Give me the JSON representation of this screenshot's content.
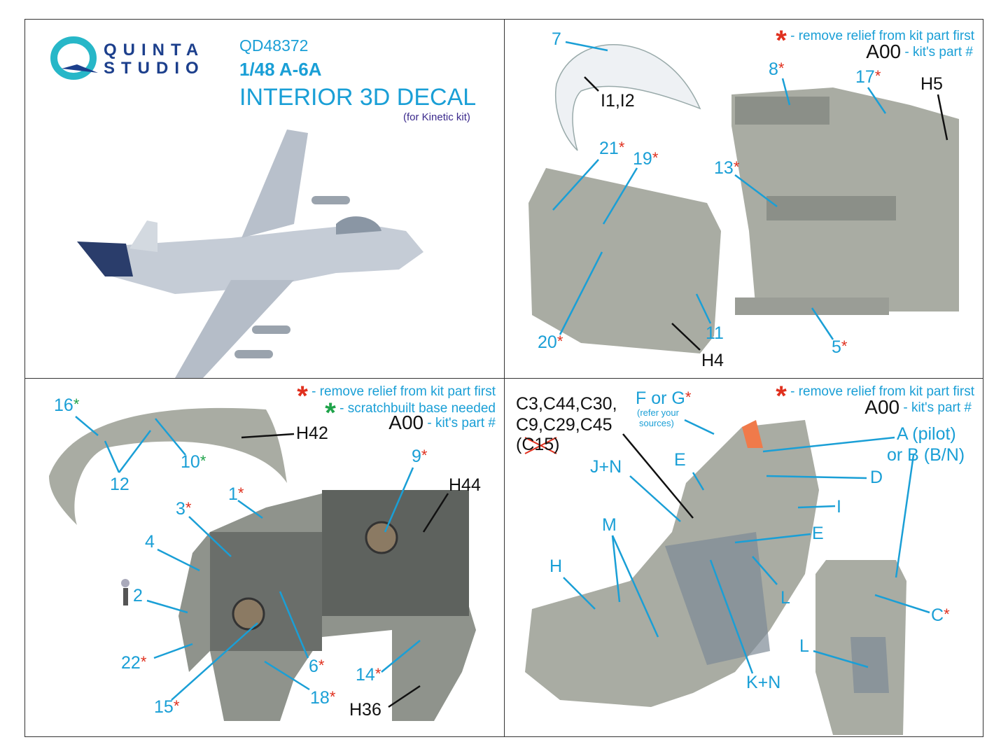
{
  "header": {
    "brand_line1": "QUINTA",
    "brand_line2": "STUDIO",
    "product_code": "QD48372",
    "scale_model": "1/48 A-6A",
    "title": "INTERIOR 3D DECAL",
    "subtitle": "(for Kinetic kit)"
  },
  "legend": {
    "star": "*",
    "remove_relief": "- remove relief from kit part first",
    "part_code": "A00",
    "part_desc": "- kit's part #",
    "scratchbuilt": "- scratchbuilt base needed"
  },
  "colors": {
    "label": "#1a9fd6",
    "star_red": "#e0301e",
    "star_green": "#1fa34a",
    "part_gray": "#a9aca3"
  },
  "panel2": {
    "p7": "7",
    "i1i2": "I1,I2",
    "p8": "8",
    "p17": "17",
    "h5": "H5",
    "p21": "21",
    "p19": "19",
    "p13": "13",
    "p20": "20",
    "p11": "11",
    "h4": "H4",
    "p5": "5"
  },
  "panel3": {
    "p16": "16",
    "p10": "10",
    "p12": "12",
    "h42": "H42",
    "p9": "9",
    "h44": "H44",
    "p1": "1",
    "p3": "3",
    "p4": "4",
    "p2": "2",
    "p22": "22",
    "p15": "15",
    "p6": "6",
    "p18": "18",
    "p14": "14",
    "h36": "H36"
  },
  "panel4": {
    "c_line1": "C3,C44,C30,",
    "c_line2": "C9,C29,C45",
    "c_line3": "(C15)",
    "f_or_g": "F or G",
    "refer1": "(refer your",
    "refer2": "sources)",
    "jn": "J+N",
    "e1": "E",
    "a_pilot": "A (pilot)",
    "or_b": "or B (B/N)",
    "d": "D",
    "i": "I",
    "e2": "E",
    "m": "M",
    "h": "H",
    "l1": "L",
    "kn": "K+N",
    "c": "C",
    "l2": "L"
  }
}
